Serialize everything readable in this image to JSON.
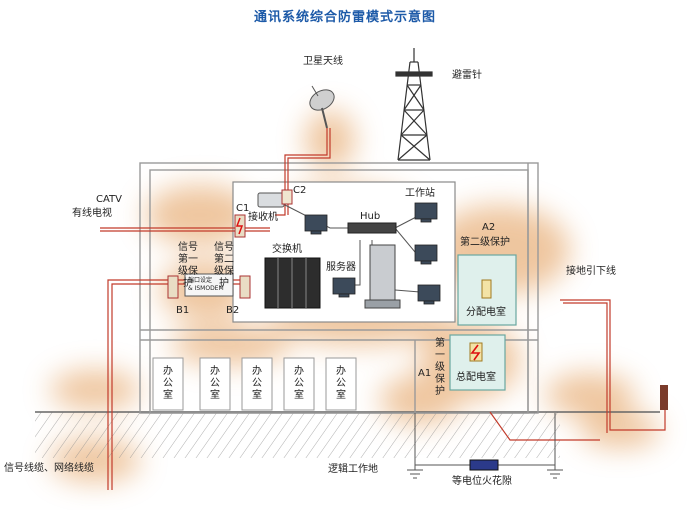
{
  "title": "通讯系统综合防雷模式示意图",
  "labels": {
    "satellite_antenna": "卫星天线",
    "lightning_rod": "避雷针",
    "catv_line1": "CATV",
    "catv_line2": "有线电视",
    "c1": "C1",
    "c2": "C2",
    "receiver": "接收机",
    "workstation": "工作站",
    "hub": "Hub",
    "a2": "A2",
    "second_level_protection": "第二级保护",
    "signal_first_level": "信号第一级保护",
    "signal_second_level": "信号第二级保护",
    "switch": "交换机",
    "server": "服务器",
    "device_line1": "端口设定",
    "device_line2": "& ISMODEM",
    "b1": "B1",
    "b2": "B2",
    "sub_distribution_room": "分配电室",
    "ground_down_conductor": "接地引下线",
    "a1": "A1",
    "first_level_protection": "第一级保护",
    "main_distribution_room": "总配电室",
    "office": "办公室",
    "signal_cable": "信号线缆、网络线缆",
    "logic_ground": "逻辑工作地",
    "equipotential_gap": "等电位火花隙"
  },
  "offices": [
    "办公室",
    "办公室",
    "办公室",
    "办公室",
    "办公室"
  ],
  "colors": {
    "title_blue": "#1d5aa8",
    "building_line": "#9a9a9a",
    "cable_red": "#c23b2b",
    "glow": "#e9b37f",
    "panel_fill": "#dff0ec",
    "panel_border": "#6aa7a0",
    "ground_hatch": "#8d8d8d"
  }
}
